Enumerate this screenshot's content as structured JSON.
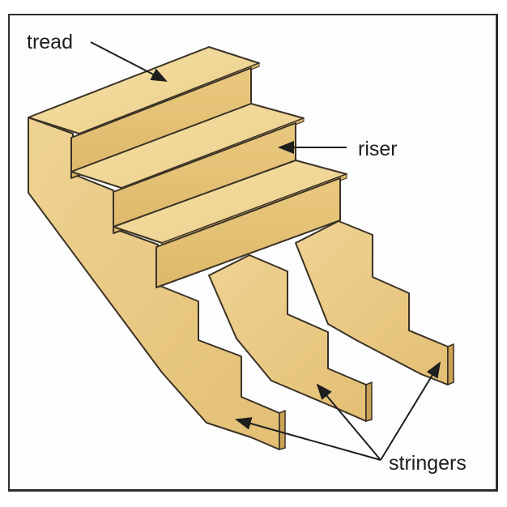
{
  "diagram": {
    "title": "Stair anatomy",
    "labels": {
      "tread": "tread",
      "riser": "riser",
      "stringers": "stringers"
    },
    "colors": {
      "wood_light": "#f1d898",
      "wood_mid": "#e8c77f",
      "wood_dark": "#d9b062",
      "edge": "#3a3226",
      "arrow": "#1e1e1e",
      "frame": "#2e2e2e"
    }
  }
}
